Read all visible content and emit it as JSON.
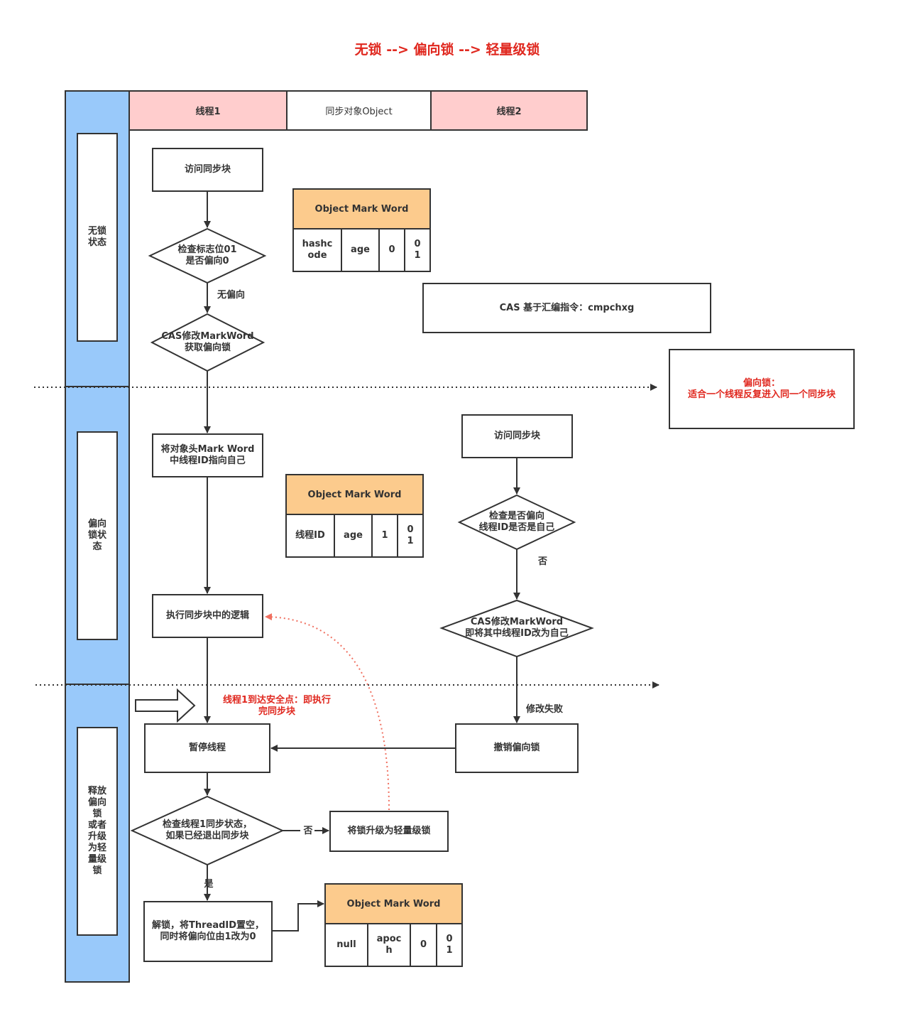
{
  "title": "无锁 --> 偏向锁 --> 轻量级锁",
  "headers": {
    "thread1": "线程1",
    "object": "同步对象Object",
    "thread2": "线程2"
  },
  "swimlanes": {
    "no_lock": "无锁\n状态",
    "biased": "偏向\n锁状\n态",
    "release": "释放\n偏向\n锁\n或者\n升级\n为轻\n量级\n锁"
  },
  "nodes": {
    "access_sync_1": "访问同步块",
    "check_flag": "检查标志位01\n是否偏向0",
    "cas_get_biased": "CAS修改MarkWord\n获取偏向锁",
    "set_thread_id": "将对象头Mark Word\n中线程ID指向自己",
    "exec_sync": "执行同步块中的逻辑",
    "access_sync_2": "访问同步块",
    "check_biased": "检查是否偏向\n线程ID是否是自己",
    "cas_change_id": "CAS修改MarkWord\n即将其中线程ID改为自己",
    "revoke": "撤销偏向锁",
    "pause_thread": "暂停线程",
    "check_sync_state": "检查线程1同步状态，\n如果已经退出同步块",
    "upgrade": "将锁升级为轻量级锁",
    "unlock": "解锁，将ThreadID置空，\n同时将偏向位由1改为0"
  },
  "edge_labels": {
    "no_bias": "无偏向",
    "no_1": "否",
    "cas_fail": "修改失败",
    "no_2": "否",
    "yes": "是"
  },
  "notes": {
    "cas_note": "CAS 基于汇编指令：cmpchxg",
    "biased_note_title": "偏向锁：",
    "biased_note_body": "适合一个线程反复进入同一个同步块",
    "safe_point": "线程1到达安全点：即执行\n完同步块"
  },
  "mark_words": [
    {
      "title": "Object Mark Word",
      "cells": [
        "hashc\node",
        "age",
        "0",
        "0\n1"
      ]
    },
    {
      "title": "Object Mark Word",
      "cells": [
        "线程ID",
        "age",
        "1",
        "0\n1"
      ]
    },
    {
      "title": "Object Mark Word",
      "cells": [
        "null",
        "apoc\nh",
        "0",
        "0\n1"
      ]
    }
  ],
  "colors": {
    "title_red": "#e0281f",
    "swimlane_blue": "#99c9fa",
    "header_pink": "#ffcdcd",
    "markword_orange": "#fccb8d",
    "dotted_arrow_red": "#f07060"
  }
}
